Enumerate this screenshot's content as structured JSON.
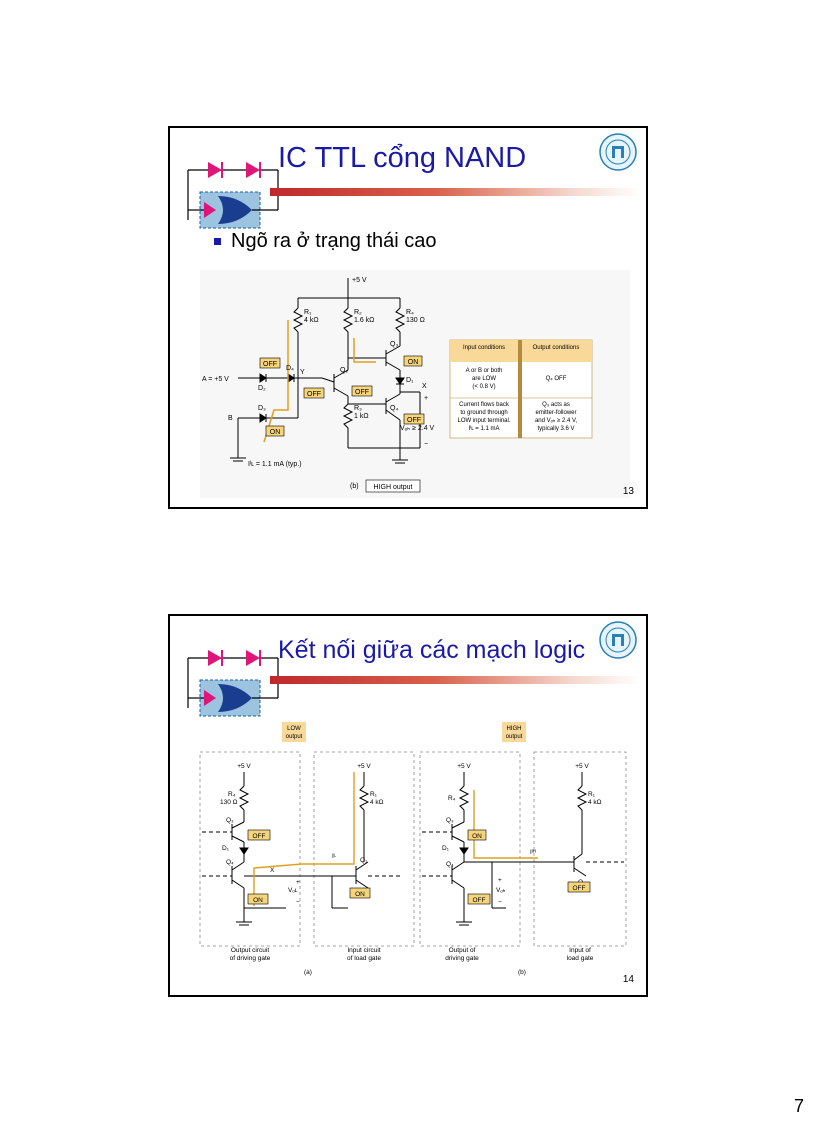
{
  "slide1": {
    "title": "IC TTL cổng NAND",
    "bullet": "Ngõ ra ở trạng thái cao",
    "slide_number": "13",
    "circuit": {
      "supply": "+5 V",
      "r1": "R₁",
      "r1_val": "4 kΩ",
      "r2": "R₂",
      "r2_val": "1.6 kΩ",
      "r4": "R₄",
      "r4_val": "130 Ω",
      "r3": "R₃",
      "r3_val": "1 kΩ",
      "q3": "Q₃",
      "q2": "Q₂",
      "q4": "Q₄",
      "d1": "D₁",
      "d2": "D₂",
      "d3": "D₃",
      "d4": "D₄",
      "input_a": "A = +5 V",
      "input_b": "B",
      "node_y": "Y",
      "node_x": "X",
      "state_off": "OFF",
      "state_on": "ON",
      "voh": "Vₒₕ ≥ 2.4 V",
      "iil": "Iᴵʟ = 1.1 mA (typ.)",
      "plus": "+",
      "minus": "−",
      "caption_b": "(b)",
      "caption_label": "HIGH output"
    },
    "table": {
      "headers": [
        "Input conditions",
        "Output conditions"
      ],
      "rows": [
        {
          "input": [
            "A or B or both",
            "are LOW",
            "(< 0.8 V)"
          ],
          "output": [
            "Q₄ OFF"
          ]
        },
        {
          "input": [
            "Current flows back",
            "to ground through",
            "LOW input terminal.",
            "Iᴵʟ = 1.1 mA"
          ],
          "output": [
            "Q₃ acts as",
            "emitter-follower",
            "and Vₒₕ ≥ 2.4 V,",
            "typically 3.6 V"
          ]
        }
      ]
    }
  },
  "slide2": {
    "title": "Kết nối giữa các mạch logic",
    "slide_number": "14",
    "circuit": {
      "low_output": [
        "LOW",
        "output"
      ],
      "high_output": [
        "HIGH",
        "output"
      ],
      "supply": "+5 V",
      "r4": "R₄",
      "r4_val": "130 Ω",
      "r1": "R₁",
      "r1_val": "4 kΩ",
      "q3": "Q₃",
      "q4": "Q₄",
      "q1": "Q₁",
      "d1": "D₁",
      "x": "X",
      "il": "Iᴸ",
      "ih": "Iᴵᴴ",
      "vol": "Vₒʟ",
      "voh": "Vₒₕ",
      "state_off": "OFF",
      "state_on": "ON",
      "plus": "+",
      "minus": "−",
      "out_a": [
        "Output circuit",
        "of driving gate"
      ],
      "in_a": [
        "Input circuit",
        "of load gate"
      ],
      "out_b": [
        "Output of",
        "driving gate"
      ],
      "in_b": [
        "Input of",
        "load gate"
      ],
      "cap_a": "(a)",
      "cap_b": "(b)"
    }
  },
  "page_number": "7",
  "colors": {
    "title_blue": "#1a1aa6",
    "accent_red": "#c0272d",
    "state_box": "#f5d47a",
    "current_arrow": "#e0a020",
    "table_bg": "#f9d99a"
  }
}
